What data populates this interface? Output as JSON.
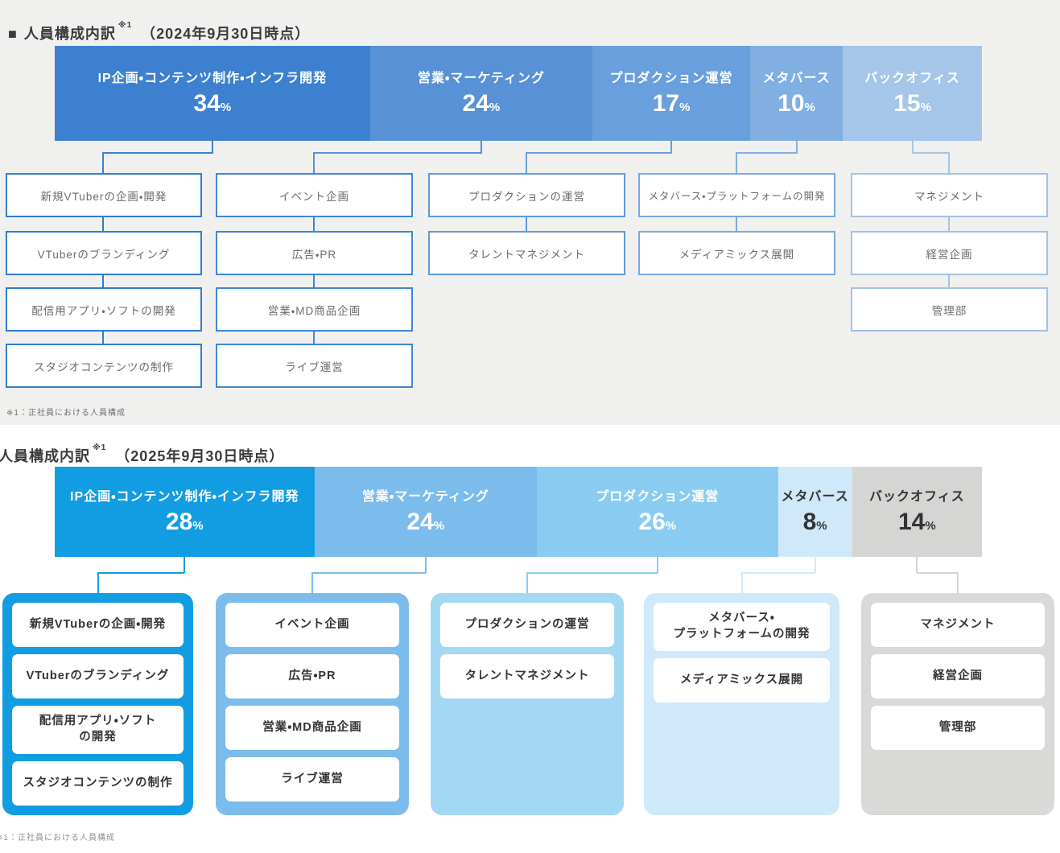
{
  "percent_sign": "%",
  "footnote": "※1：正社員における人員構成",
  "headers": [
    {
      "marker": "■",
      "title": "人員構成内訳",
      "note": "※1",
      "date": "（2024年9月30日時点）"
    },
    {
      "marker": "",
      "title": "人員構成内訳",
      "note": "※1",
      "date": "（2025年9月30日時点）"
    }
  ],
  "chart_data": [
    {
      "type": "bar",
      "stacked": true,
      "unit": "%",
      "title": "人員構成内訳（2024年9月30日時点）",
      "categories": [
        "IP企画・コンテンツ制作・インフラ開発",
        "営業・マーケティング",
        "プロダクション運営",
        "メタバース",
        "バックオフィス"
      ],
      "values": [
        34,
        24,
        17,
        10,
        15
      ],
      "colors": [
        "#3d80d0",
        "#5891d6",
        "#699fdc",
        "#81afe1",
        "#a5c5e9"
      ],
      "label_colors": [
        "#ffffff",
        "#ffffff",
        "#ffffff",
        "#ffffff",
        "#ffffff"
      ],
      "box_border_colors": [
        "#2f7dd1",
        "#3f86d4",
        "#5e9ada",
        "#78a9df",
        "#a2c2e7"
      ],
      "breakdown": [
        [
          "新規VTuberの企画・開発",
          "VTuberのブランディング",
          "配信用アプリ・ソフトの開発",
          "スタジオコンテンツの制作"
        ],
        [
          "イベント企画",
          "広告・PR",
          "営業・MD商品企画",
          "ライブ運営"
        ],
        [
          "プロダクションの運営",
          "タレントマネジメント"
        ],
        [
          "メタバース・プラットフォームの開発",
          "メディアミックス展開"
        ],
        [
          "マネジメント",
          "経営企画",
          "管理部"
        ]
      ]
    },
    {
      "type": "bar",
      "stacked": true,
      "unit": "%",
      "title": "人員構成内訳（2025年9月30日時点）",
      "categories": [
        "IP企画・コンテンツ制作・インフラ開発",
        "営業・マーケティング",
        "プロダクション運営",
        "メタバース",
        "バックオフィス"
      ],
      "values": [
        28,
        24,
        26,
        8,
        14
      ],
      "colors": [
        "#129de3",
        "#7cbcec",
        "#8accf1",
        "#cfe9fa",
        "#d5d5d4"
      ],
      "label_colors": [
        "#ffffff",
        "#ffffff",
        "#ffffff",
        "#333333",
        "#333333"
      ],
      "container_colors": [
        "#129de3",
        "#7cbcec",
        "#a3d8f3",
        "#cfe9fa",
        "#d9d9d8"
      ],
      "breakdown": [
        [
          "新規VTuberの企画・開発",
          "VTuberのブランディング",
          "配信用アプリ・ソフト\nの開発",
          "スタジオコンテンツの制作"
        ],
        [
          "イベント企画",
          "広告・PR",
          "営業・MD商品企画",
          "ライブ運営"
        ],
        [
          "プロダクションの運営",
          "タレントマネジメント"
        ],
        [
          "メタバース・\nプラットフォームの開発",
          "メディアミックス展開"
        ],
        [
          "マネジメント",
          "経営企画",
          "管理部"
        ]
      ]
    }
  ]
}
